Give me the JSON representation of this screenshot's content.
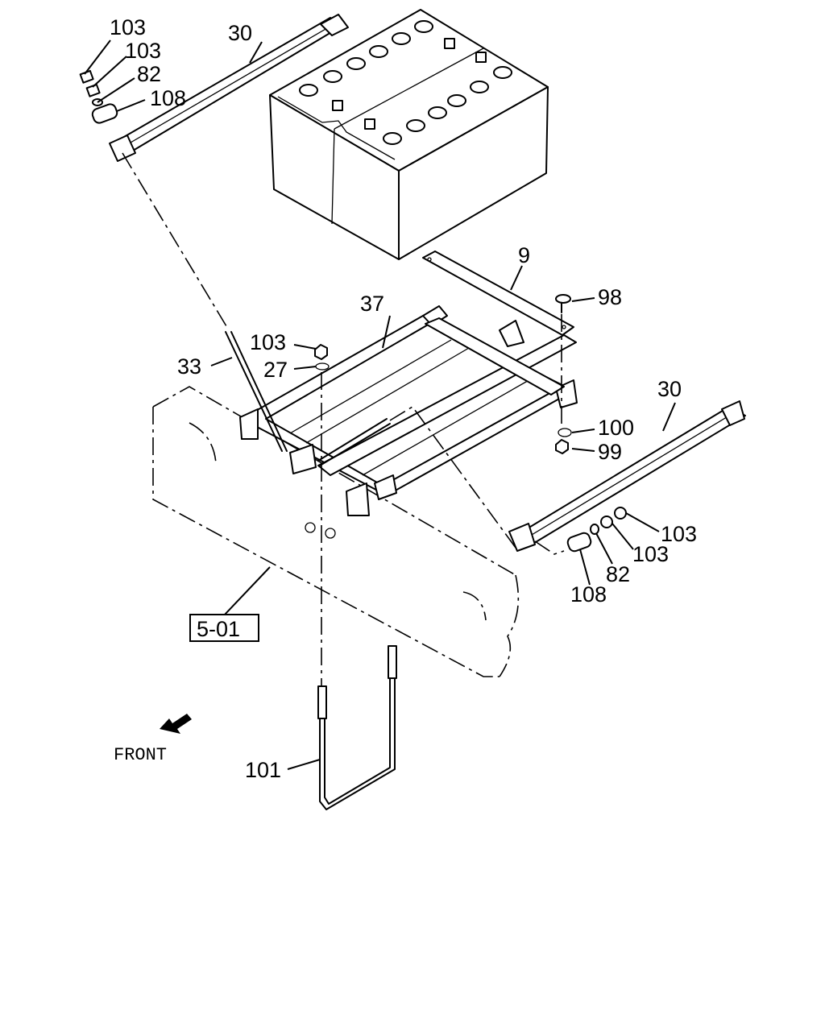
{
  "labels": {
    "p103_a": "103",
    "p103_b": "103",
    "p82_left": "82",
    "p108_left": "108",
    "p30_top": "30",
    "p9": "9",
    "p98": "98",
    "p37": "37",
    "p103_c": "103",
    "p27": "27",
    "p33": "33",
    "p30_right": "30",
    "p100": "100",
    "p99": "99",
    "p103_d": "103",
    "p103_e": "103",
    "p82_right": "82",
    "p108_right": "108",
    "p101": "101"
  },
  "ref_box": "5-01",
  "direction_label": "FRONT"
}
